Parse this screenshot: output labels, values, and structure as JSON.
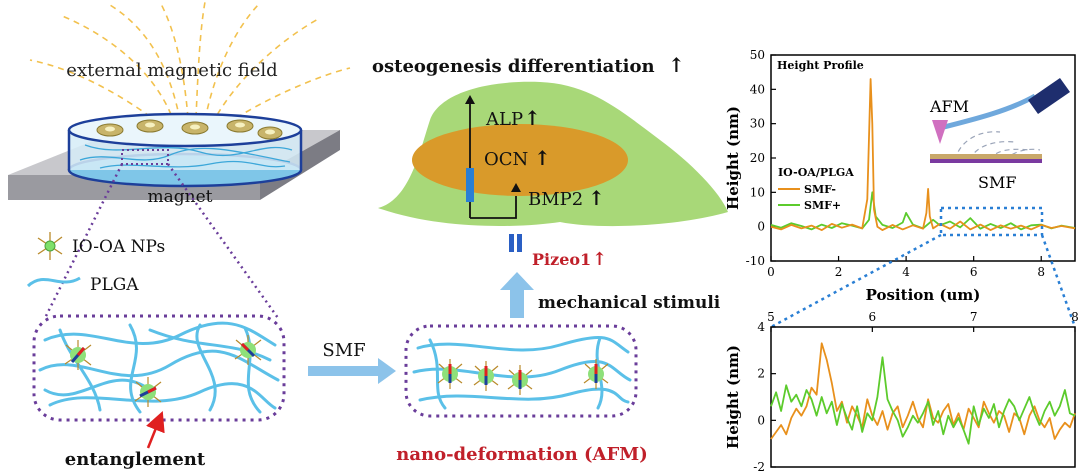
{
  "left": {
    "field_label": "external magnetic field",
    "magnet_label": "magnet",
    "legend_np": "IO-OA NPs",
    "legend_plga": "PLGA",
    "entanglement_label": "entanglement",
    "smf_arrow_label": "SMF"
  },
  "middle": {
    "title": "osteogenesis differentiation",
    "alp": "ALP",
    "ocn": "OCN",
    "bmp2": "BMP2",
    "pizeo": "Pizeo1",
    "mechanical": "mechanical stimuli",
    "nano_deformation": "nano-deformation (AFM)",
    "up_arrow": "↑"
  },
  "colors": {
    "smf_minus": "#e8901c",
    "smf_plus": "#5ccb2c",
    "purple_dotted": "#6a3d9a",
    "fiber": "#5bc0e8",
    "red_text": "#c0202a",
    "cell": "#a8d878",
    "nucleus": "#d99a2a",
    "zoom_box": "#2a7fd4",
    "arrow_blue": "#8cc3ea"
  },
  "chart_data": [
    {
      "type": "line",
      "title": "Height Profile",
      "xlabel": "Position (um)",
      "ylabel": "Height (nm)",
      "xlim": [
        0,
        9
      ],
      "ylim": [
        -10,
        50
      ],
      "xticks": [
        "0",
        "2",
        "4",
        "6",
        "8"
      ],
      "yticks": [
        "-10",
        "0",
        "10",
        "20",
        "30",
        "40",
        "50"
      ],
      "legend": {
        "title": "IO-OA/PLGA",
        "position": "left"
      },
      "inset_labels": {
        "afm": "AFM",
        "smf": "SMF"
      },
      "series": [
        {
          "name": "SMF-",
          "x": [
            0,
            0.3,
            0.6,
            0.9,
            1.2,
            1.5,
            1.8,
            2.1,
            2.4,
            2.7,
            2.85,
            2.95,
            3.0,
            3.05,
            3.15,
            3.3,
            3.6,
            3.9,
            4.2,
            4.5,
            4.6,
            4.65,
            4.7,
            4.8,
            5.0,
            5.3,
            5.6,
            5.9,
            6.2,
            6.5,
            6.8,
            7.1,
            7.4,
            7.7,
            8.0,
            8.3,
            8.6,
            9.0
          ],
          "values": [
            0,
            -0.8,
            0.5,
            -0.5,
            0.3,
            -1,
            0.8,
            -0.3,
            0.6,
            -0.5,
            8,
            43,
            30,
            5,
            0,
            -1,
            0.5,
            -0.8,
            0.4,
            -0.6,
            4,
            11,
            3,
            -0.5,
            0.8,
            -0.6,
            1.5,
            -0.8,
            0.6,
            -1,
            0.4,
            -0.6,
            0.3,
            -0.8,
            0.5,
            -0.4,
            0.2,
            -0.5
          ]
        },
        {
          "name": "SMF+",
          "x": [
            0,
            0.3,
            0.6,
            0.9,
            1.2,
            1.5,
            1.8,
            2.1,
            2.4,
            2.7,
            2.9,
            3.0,
            3.1,
            3.3,
            3.6,
            3.9,
            4.0,
            4.2,
            4.5,
            4.8,
            5.0,
            5.3,
            5.6,
            5.9,
            6.2,
            6.5,
            6.8,
            7.1,
            7.4,
            7.7,
            8.0,
            8.3,
            8.6,
            9.0
          ],
          "values": [
            0.5,
            -0.3,
            1,
            0.2,
            -0.8,
            0.6,
            -0.4,
            1,
            0.3,
            -0.5,
            2,
            10,
            3,
            0.5,
            -0.4,
            1.2,
            4,
            0.6,
            -0.5,
            2,
            0.4,
            1.5,
            -0.2,
            2.5,
            -0.6,
            0.8,
            -0.4,
            1,
            -0.8,
            0.4,
            0.6,
            -0.5,
            0.3,
            -0.4
          ]
        }
      ]
    },
    {
      "type": "line",
      "title": "",
      "xlabel": "",
      "ylabel": "Height (nm)",
      "xlim": [
        5,
        8
      ],
      "ylim": [
        -2,
        4
      ],
      "xticks": [
        "5",
        "6",
        "7",
        "8"
      ],
      "yticks": [
        "-2",
        "0",
        "2",
        "4"
      ],
      "series": [
        {
          "name": "SMF-",
          "x": [
            5.0,
            5.05,
            5.1,
            5.15,
            5.2,
            5.25,
            5.3,
            5.35,
            5.4,
            5.45,
            5.5,
            5.55,
            5.6,
            5.65,
            5.7,
            5.75,
            5.8,
            5.85,
            5.9,
            5.95,
            6.0,
            6.05,
            6.1,
            6.15,
            6.2,
            6.25,
            6.3,
            6.35,
            6.4,
            6.45,
            6.5,
            6.55,
            6.6,
            6.65,
            6.7,
            6.75,
            6.8,
            6.85,
            6.9,
            6.95,
            7.0,
            7.05,
            7.1,
            7.15,
            7.2,
            7.25,
            7.3,
            7.35,
            7.4,
            7.45,
            7.5,
            7.55,
            7.6,
            7.65,
            7.7,
            7.75,
            7.8,
            7.85,
            7.9,
            7.95,
            8.0
          ],
          "values": [
            -0.8,
            -0.5,
            -0.2,
            -0.6,
            0.1,
            0.5,
            0.2,
            0.6,
            1.4,
            1.1,
            3.3,
            2.6,
            1.6,
            0.4,
            0.8,
            -0.1,
            0.6,
            0.2,
            -0.3,
            0.9,
            0.2,
            -0.2,
            0.4,
            -0.4,
            0.3,
            0.6,
            -0.3,
            0.2,
            0.8,
            0.1,
            -0.3,
            0.9,
            0.1,
            -0.1,
            0.4,
            0.7,
            -0.2,
            0.3,
            -0.4,
            0.5,
            0.1,
            -0.3,
            0.8,
            0.3,
            -0.1,
            0.4,
            0.2,
            -0.5,
            0.3,
            0.1,
            -0.6,
            0.2,
            0.6,
            0.0,
            -0.3,
            0.1,
            -0.8,
            -0.4,
            -0.1,
            -0.3,
            0.3
          ]
        },
        {
          "name": "SMF+",
          "x": [
            5.0,
            5.05,
            5.1,
            5.15,
            5.2,
            5.25,
            5.3,
            5.35,
            5.4,
            5.45,
            5.5,
            5.55,
            5.6,
            5.65,
            5.7,
            5.75,
            5.8,
            5.85,
            5.9,
            5.95,
            6.0,
            6.05,
            6.1,
            6.15,
            6.2,
            6.25,
            6.3,
            6.35,
            6.4,
            6.45,
            6.5,
            6.55,
            6.6,
            6.65,
            6.7,
            6.75,
            6.8,
            6.85,
            6.9,
            6.95,
            7.0,
            7.05,
            7.1,
            7.15,
            7.2,
            7.25,
            7.3,
            7.35,
            7.4,
            7.45,
            7.5,
            7.55,
            7.6,
            7.65,
            7.7,
            7.75,
            7.8,
            7.85,
            7.9,
            7.95,
            8.0
          ],
          "values": [
            0.6,
            1.2,
            0.4,
            1.5,
            0.8,
            1.1,
            0.6,
            1.3,
            0.9,
            0.2,
            1.0,
            0.3,
            0.8,
            -0.2,
            0.7,
            0.1,
            -0.4,
            0.6,
            -0.5,
            0.3,
            0.0,
            1.0,
            2.7,
            0.9,
            0.4,
            0.0,
            -0.7,
            -0.3,
            0.2,
            -0.1,
            0.3,
            0.8,
            -0.2,
            0.4,
            -0.6,
            0.2,
            -0.3,
            0.1,
            -0.4,
            -1.0,
            0.6,
            -0.2,
            0.5,
            0.1,
            0.7,
            -0.3,
            0.4,
            0.9,
            0.6,
            0.0,
            0.5,
            1.0,
            0.3,
            -0.2,
            0.4,
            0.8,
            0.2,
            0.6,
            1.3,
            0.3,
            0.2
          ]
        }
      ]
    }
  ]
}
